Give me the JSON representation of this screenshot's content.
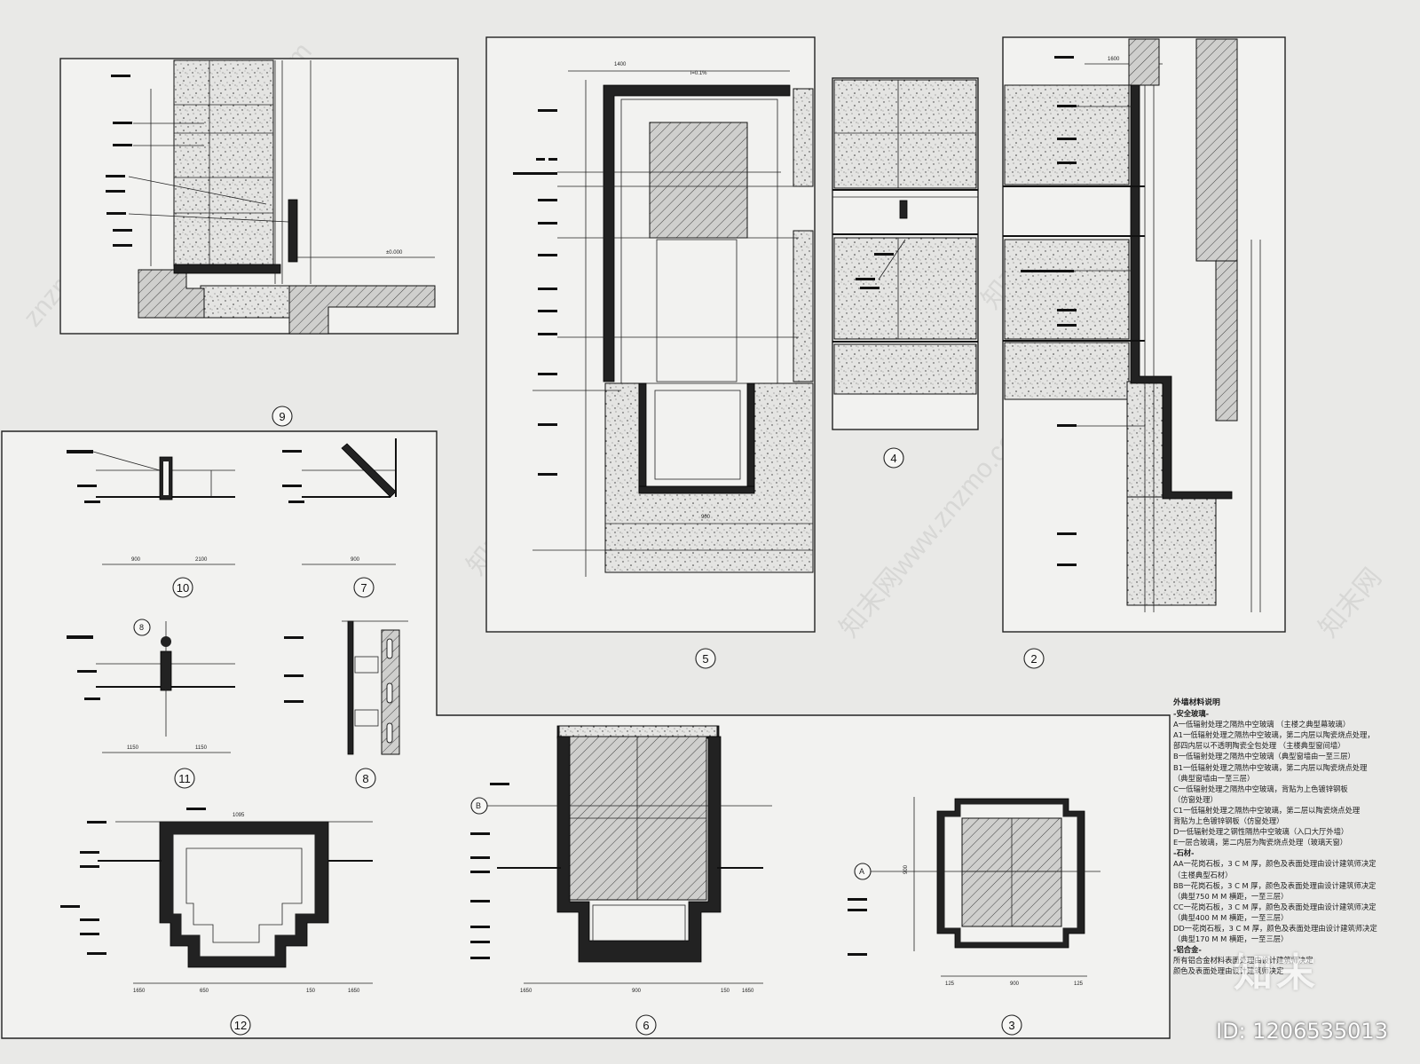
{
  "detail_labels": {
    "d9": "9",
    "d5": "5",
    "d4": "4",
    "d2": "2",
    "d10": "10",
    "d7": "7",
    "d11": "11",
    "d8": "8",
    "d12": "12",
    "d6": "6",
    "d3": "3"
  },
  "gridline_markers": {
    "B": "B",
    "A": "A",
    "eight": "8"
  },
  "dimensions": {
    "d5_top": "1400",
    "d5_slope": "i=0.1%",
    "d5_bottom": "900",
    "d2_top": "1600",
    "d9_level": "±0.000",
    "d10_left": "900",
    "d10_right": "2100",
    "d7_bottom": "900",
    "d11_left": "1150",
    "d11_right": "1150",
    "d12_top": "1095",
    "d12_b1": "1650",
    "d12_b2": "650",
    "d12_b3": "150",
    "d12_b4": "1650",
    "d6_b1": "1650",
    "d6_b2": "900",
    "d6_b3": "150",
    "d6_b4": "1650",
    "d3_b1": "125",
    "d3_b2": "900",
    "d3_b3": "125",
    "d3_side": "900"
  },
  "notes": {
    "title": "外墙材料说明",
    "sections": [
      {
        "heading": "-安全玻璃-",
        "items": [
          "A一低辐射处理之隔热中空玻璃 （主楼之典型幕玻璃）",
          "A1一低辐射处理之隔热中空玻璃，第二内层以陶瓷烧点处理，",
          "部四内层以不透明陶瓷全包处理 （主楼典型窗间墙）",
          "B一低辐射处理之隔热中空玻璃（典型窗墙由一至三层）",
          "B1一低辐射处理之隔热中空玻璃，第二内层以陶瓷烧点处理",
          "（典型窗墙由一至三层）",
          "C一低辐射处理之隔热中空玻璃，背贴为上色镀锌钢板",
          "（仿窗处理）",
          "C1一低辐射处理之隔热中空玻璃，第二层以陶瓷烧点处理",
          "背贴为上色镀锌钢板（仿窗处理）",
          "D一低辐射处理之钢性隔热中空玻璃（入口大厅外墙）",
          "E一层合玻璃，第二内层为陶瓷烧点处理（玻璃天窗）"
        ]
      },
      {
        "heading": "-石材-",
        "items": [
          "AA一花岗石板，3 C M 厚，颜色及表面处理由设计建筑师决定",
          "（主楼典型石材）",
          "BB一花岗石板，3 C M 厚，颜色及表面处理由设计建筑师决定",
          "（典型750 M M 横距，一至三层）",
          "CC一花岗石板，3 C M 厚，颜色及表面处理由设计建筑师决定",
          "（典型400 M M 横距，一至三层）",
          "DD一花岗石板，3 C M 厚，颜色及表面处理由设计建筑师决定",
          "（典型170 M M 横距，一至三层）"
        ]
      },
      {
        "heading": "-铝合金-",
        "items": [
          "所有铝合金材料表面处理由设计建筑师决定",
          "颜色及表面处理由设计建筑师决定"
        ]
      }
    ]
  },
  "logo": "知末",
  "image_id": "ID: 1206535013",
  "watermark": "知末网www.znzmo.com",
  "colors": {
    "paper": "#e9e9e7",
    "line": "#222222"
  }
}
